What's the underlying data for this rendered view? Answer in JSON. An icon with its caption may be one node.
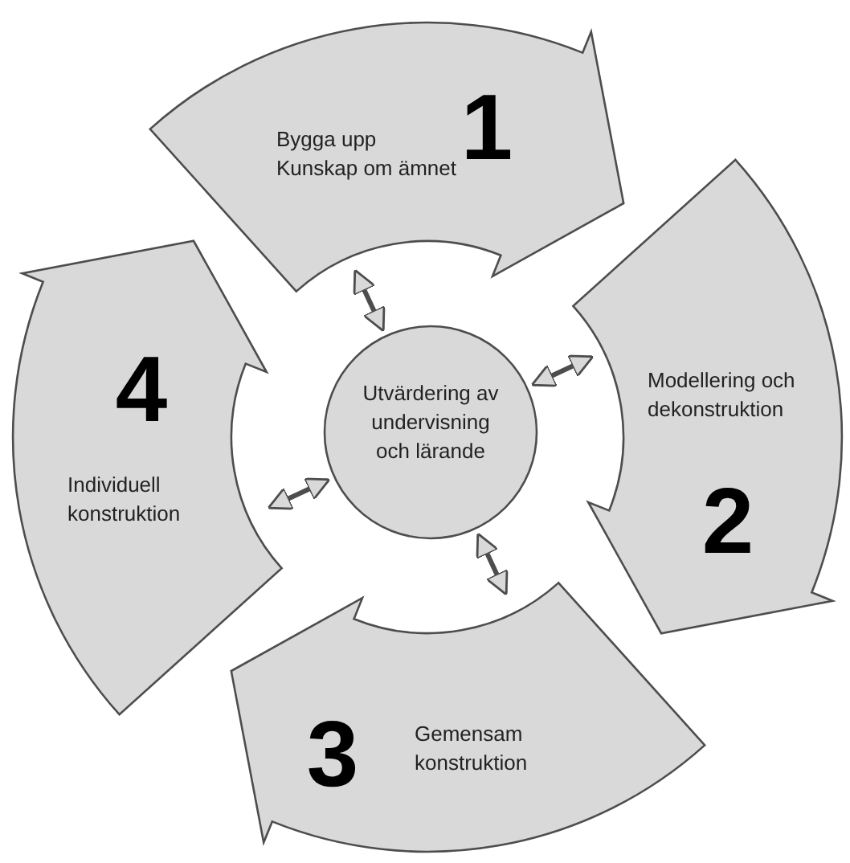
{
  "diagram": {
    "nodes": [
      {
        "text": [
          "1",
          "Bygga upp Kunskap om ämnet"
        ]
      },
      {
        "text": [
          "Modellering och dekonstruktion",
          "2"
        ]
      },
      {
        "text": [
          "3",
          "Gemensam konstruktion"
        ]
      },
      {
        "text": [
          "4",
          "Individuell konstruktion"
        ]
      },
      {
        "text": [
          "Utvärdering av undervisning och lärande"
        ]
      }
    ],
    "edges": [
      {
        "from": 4,
        "to": 0,
        "arrow": "both"
      },
      {
        "from": 4,
        "to": 1,
        "arrow": "both"
      },
      {
        "from": 4,
        "to": 2,
        "arrow": "both"
      },
      {
        "from": 4,
        "to": 3,
        "arrow": "both"
      }
    ]
  }
}
